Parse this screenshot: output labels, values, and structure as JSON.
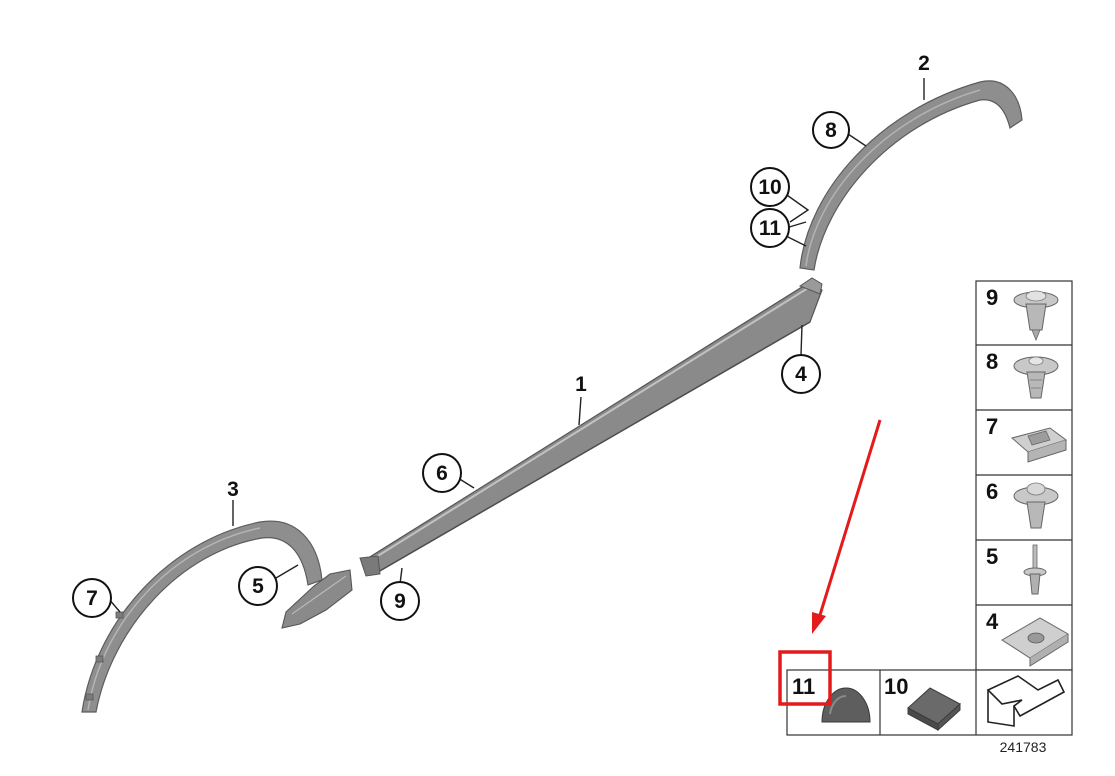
{
  "diagram": {
    "id_number": "241783",
    "callouts": {
      "part1": "1",
      "part2": "2",
      "part3": "3",
      "part4": "4",
      "part5": "5",
      "part6": "6",
      "part7": "7",
      "part8": "8",
      "part9": "9",
      "part10": "10",
      "part11": "11"
    },
    "legend": {
      "items": [
        {
          "number": "9",
          "icon": "push-rivet-clip-icon"
        },
        {
          "number": "8",
          "icon": "expanding-clip-icon"
        },
        {
          "number": "7",
          "icon": "clip-nut-icon"
        },
        {
          "number": "6",
          "icon": "expanding-rivet-icon"
        },
        {
          "number": "5",
          "icon": "blind-rivet-icon"
        },
        {
          "number": "4",
          "icon": "spring-nut-icon"
        }
      ],
      "bottom_row": [
        {
          "number": "11",
          "icon": "dome-cap-icon",
          "highlighted": true
        },
        {
          "number": "10",
          "icon": "foam-pad-icon"
        },
        {
          "icon": "direction-arrow-icon"
        }
      ]
    },
    "annotation": {
      "highlight_color": "#e31b1b",
      "target_item": "11"
    }
  }
}
